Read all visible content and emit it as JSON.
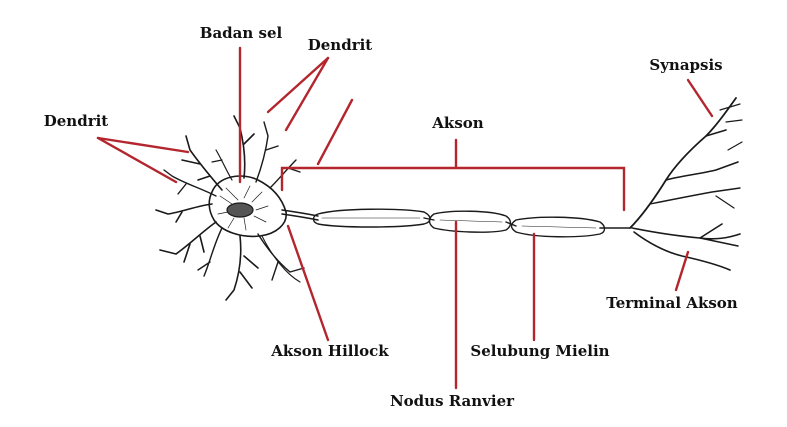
{
  "labels": {
    "badan_sel": "Badan sel",
    "dendrit_top": "Dendrit",
    "dendrit_left": "Dendrit",
    "akson": "Akson",
    "synapsis": "Synapsis",
    "terminal_akson": "Terminal Akson",
    "akson_hillock": "Akson Hillock",
    "selubung_mielin": "Selubung Mielin",
    "nodus_ranvier": "Nodus Ranvier"
  },
  "colors": {
    "leader": "#b3262e",
    "ink": "#1a1a1a",
    "background": "#ffffff"
  }
}
